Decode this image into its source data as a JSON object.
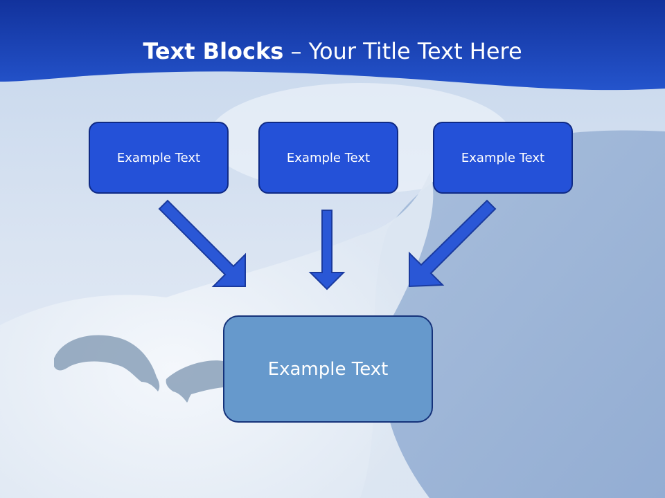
{
  "slide": {
    "title_bold": "Text Blocks",
    "title_dash": " – ",
    "title_rest": "Your Title Text Here"
  },
  "blocks": [
    {
      "label": "Example Text"
    },
    {
      "label": "Example Text"
    },
    {
      "label": "Example Text"
    }
  ],
  "center_block": {
    "label": "Example Text"
  },
  "colors": {
    "header_blue": "#1c3fb5",
    "block_fill": "#2451d8",
    "block_border": "#0f2a85",
    "center_fill": "#6699cc",
    "arrow_fill": "#2a57d6"
  }
}
